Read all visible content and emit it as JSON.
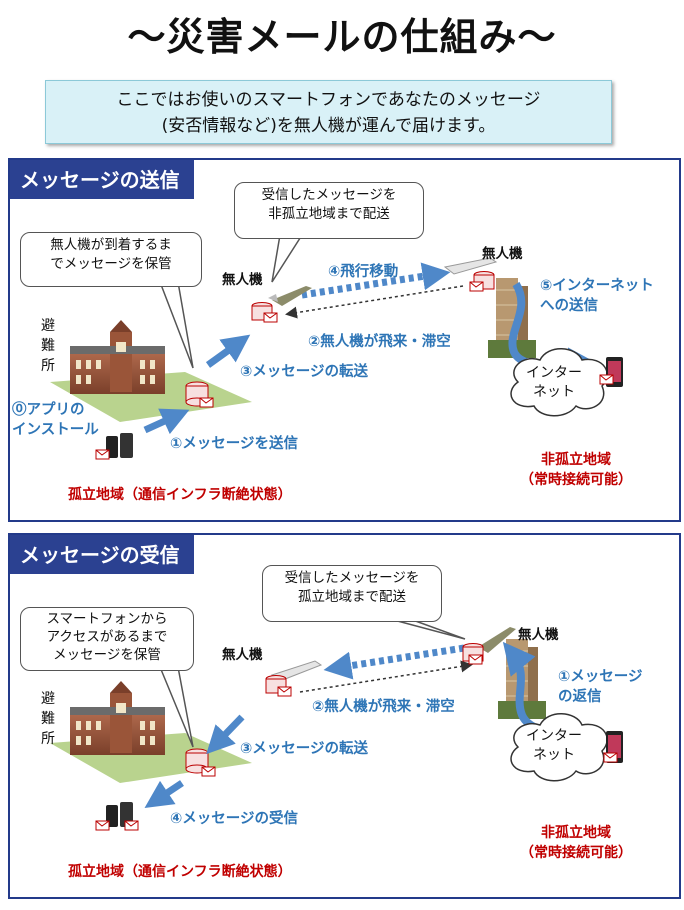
{
  "title": "〜災害メールの仕組み〜",
  "intro": {
    "line1": "ここではお使いのスマートフォンであなたのメッセージ",
    "line2": "(安否情報など)を無人機が運んで届けます。"
  },
  "send": {
    "header": "メッセージの送信",
    "callout_shelter_1": "無人機が到着するま",
    "callout_shelter_2": "でメッセージを保管",
    "callout_drone_1": "受信したメッセージを",
    "callout_drone_2": "非孤立地域まで配送",
    "drone_left": "無人機",
    "drone_right": "無人機",
    "shelter": [
      "避",
      "難",
      "所"
    ],
    "step0_1": "⓪アプリの",
    "step0_2": "インストール",
    "step1": "①メッセージを送信",
    "step2": "②無人機が飛来・滞空",
    "step3": "③メッセージの転送",
    "step4": "④飛行移動",
    "step5_1": "⑤インターネット",
    "step5_2": "への送信",
    "internet_1": "インター",
    "internet_2": "ネット",
    "isolated": "孤立地域（通信インフラ断絶状態）",
    "connected_1": "非孤立地域",
    "connected_2": "（常時接続可能）"
  },
  "receive": {
    "header": "メッセージの受信",
    "callout_shelter_1": "スマートフォンから",
    "callout_shelter_2": "アクセスがあるまで",
    "callout_shelter_3": "メッセージを保管",
    "callout_drone_1": "受信したメッセージを",
    "callout_drone_2": "孤立地域まで配送",
    "drone_left": "無人機",
    "drone_right": "無人機",
    "shelter": [
      "避",
      "難",
      "所"
    ],
    "step1_1": "①メッセージ",
    "step1_2": "の返信",
    "step2": "②無人機が飛来・滞空",
    "step3": "③メッセージの転送",
    "step4": "④メッセージの受信",
    "internet_1": "インター",
    "internet_2": "ネット",
    "isolated": "孤立地域（通信インフラ断絶状態）",
    "connected_1": "非孤立地域",
    "connected_2": "（常時接続可能）"
  },
  "colors": {
    "header_bg": "#2b4191",
    "panel_border": "#233a8a",
    "arrow_blue": "#4f88c9",
    "label_blue": "#2e75b6",
    "label_red": "#c00000",
    "intro_bg": "#d9f1f7"
  },
  "icons": [
    "building-icon",
    "smartphone-icon",
    "drone-icon",
    "server-icon",
    "tower-icon",
    "cloud-icon",
    "mail-icon"
  ]
}
